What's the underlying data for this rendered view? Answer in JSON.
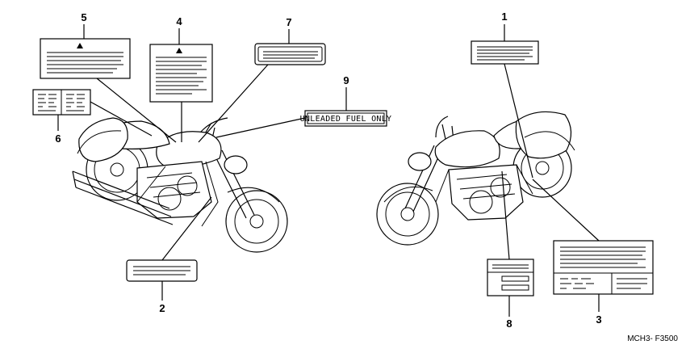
{
  "callouts": {
    "n1": "1",
    "n2": "2",
    "n3": "3",
    "n4": "4",
    "n5": "5",
    "n6": "6",
    "n7": "7",
    "n8": "8",
    "n9": "9"
  },
  "labels": {
    "unleaded_fuel": "UNLEADED FUEL ONLY"
  },
  "figure_code": "MCH3- F3500"
}
